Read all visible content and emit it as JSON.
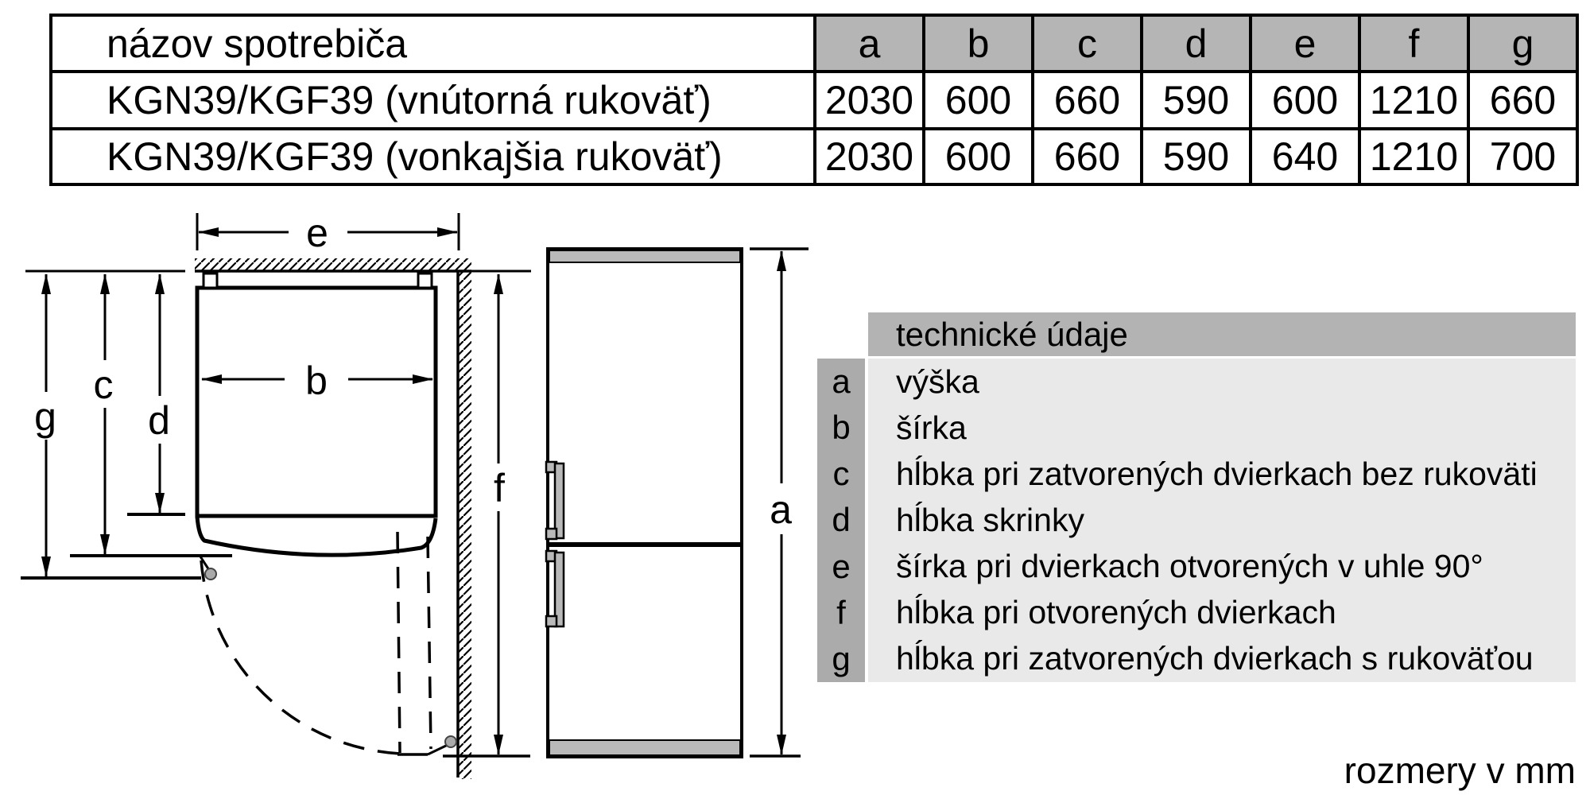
{
  "dimension_table": {
    "header_label": "názov spotrebiča",
    "columns": [
      "a",
      "b",
      "c",
      "d",
      "e",
      "f",
      "g"
    ],
    "rows": [
      {
        "name": "KGN39/KGF39 (vnútorná rukoväť)",
        "values": [
          "2030",
          "600",
          "660",
          "590",
          "600",
          "1210",
          "660"
        ]
      },
      {
        "name": "KGN39/KGF39 (vonkajšia rukoväť)",
        "values": [
          "2030",
          "600",
          "660",
          "590",
          "640",
          "1210",
          "700"
        ]
      }
    ]
  },
  "legend": {
    "title": "technické údaje",
    "rows": [
      {
        "key": "a",
        "label": "výška"
      },
      {
        "key": "b",
        "label": "šírka"
      },
      {
        "key": "c",
        "label": "hĺbka pri zatvorených dvierkach bez rukoväti"
      },
      {
        "key": "d",
        "label": "hĺbka skrinky"
      },
      {
        "key": "e",
        "label": "šírka pri dvierkach otvorených v uhle 90°"
      },
      {
        "key": "f",
        "label": "hĺbka pri otvorených dvierkach"
      },
      {
        "key": "g",
        "label": "hĺbka pri zatvorených dvierkach s rukoväťou"
      }
    ]
  },
  "diagram_labels": {
    "a": "a",
    "b": "b",
    "c": "c",
    "d": "d",
    "e": "e",
    "f": "f",
    "g": "g"
  },
  "footer_note": "rozmery v mm",
  "colors": {
    "table_header_bg": "#b5b5b5",
    "legend_title_bg": "#b3b3b3",
    "legend_key_bg": "#ababab",
    "legend_body_bg": "#e9e9e9",
    "appliance_gray": "#b9b9b9",
    "line_color": "#000000"
  }
}
